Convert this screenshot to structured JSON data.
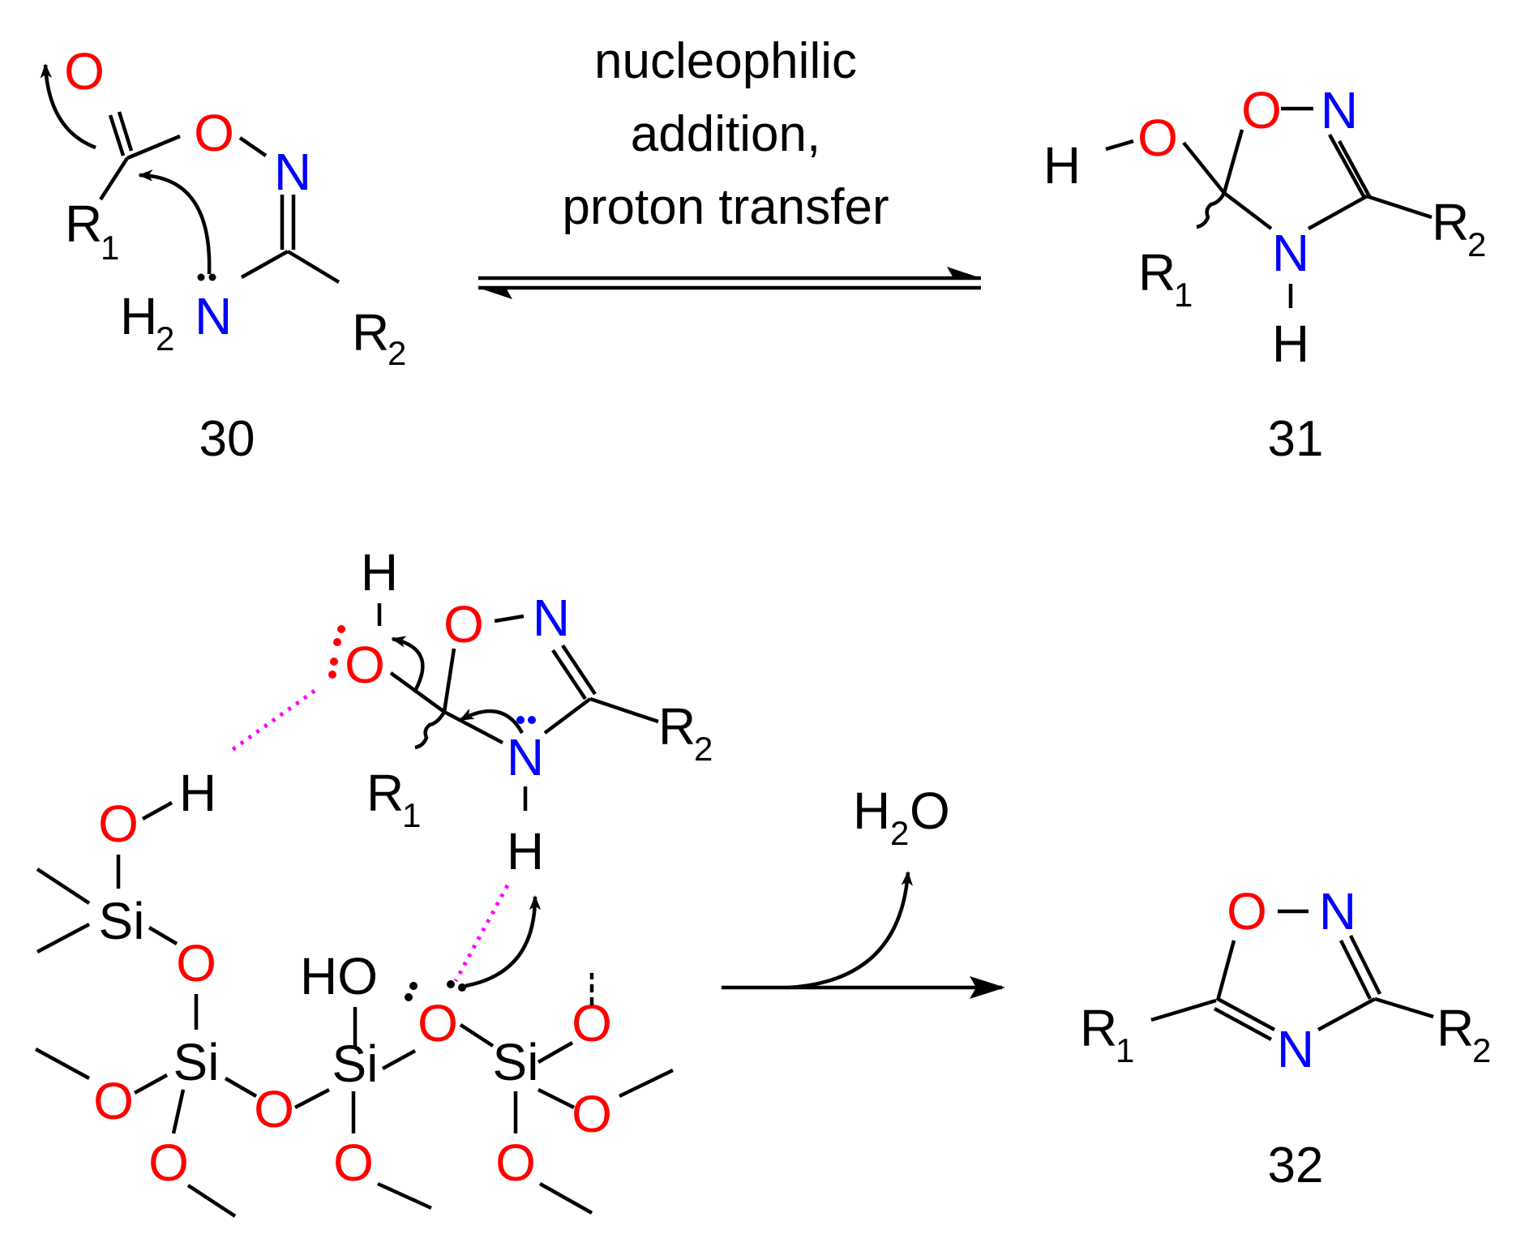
{
  "colors": {
    "oxygen": "#ff0000",
    "nitrogen": "#0000ff",
    "default": "#000000",
    "hydrogen_bond": "#ff00ff"
  },
  "condition": {
    "line1": "nucleophilic",
    "line2": "addition,",
    "line3": "proton transfer"
  },
  "compounds": {
    "c30": "30",
    "c31": "31",
    "c32": "32"
  },
  "byproduct": {
    "main": "H",
    "sub": "2",
    "tail": "O"
  },
  "atoms": {
    "O": "O",
    "N": "N",
    "H": "H",
    "R": "R",
    "Si": "Si",
    "HO": "HO",
    "r1_sub": "1",
    "r2_sub": "2",
    "h2_sub": "2"
  }
}
